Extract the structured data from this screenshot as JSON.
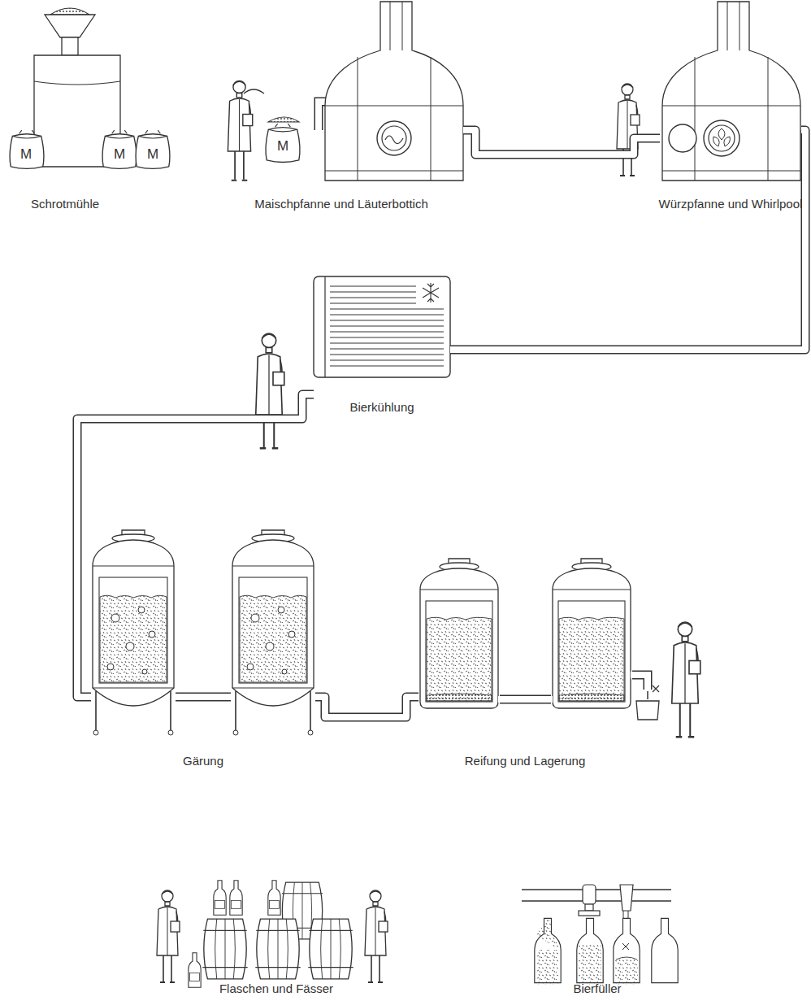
{
  "diagram": {
    "nodes": [
      {
        "text": [
          "Schrotmühle"
        ]
      },
      {
        "text": [
          "Maischpfanne und Läuterbottich"
        ]
      },
      {
        "text": [
          "Würzpfanne und Whirlpool"
        ]
      },
      {
        "text": [
          "Bierkühlung"
        ]
      },
      {
        "text": [
          "Gärung"
        ]
      },
      {
        "text": [
          "Reifung und Lagerung"
        ]
      },
      {
        "text": [
          "Flaschen und Fässer"
        ]
      },
      {
        "text": [
          "Bierfüller"
        ]
      }
    ],
    "edges": [
      {
        "from": 1,
        "to": 2,
        "arrow": "none"
      },
      {
        "from": 2,
        "to": 3,
        "arrow": "none"
      },
      {
        "from": 3,
        "to": 4,
        "arrow": "none"
      },
      {
        "from": 4,
        "to": 5,
        "arrow": "none"
      }
    ],
    "labels": [
      "M",
      "M",
      "M",
      "M"
    ]
  }
}
